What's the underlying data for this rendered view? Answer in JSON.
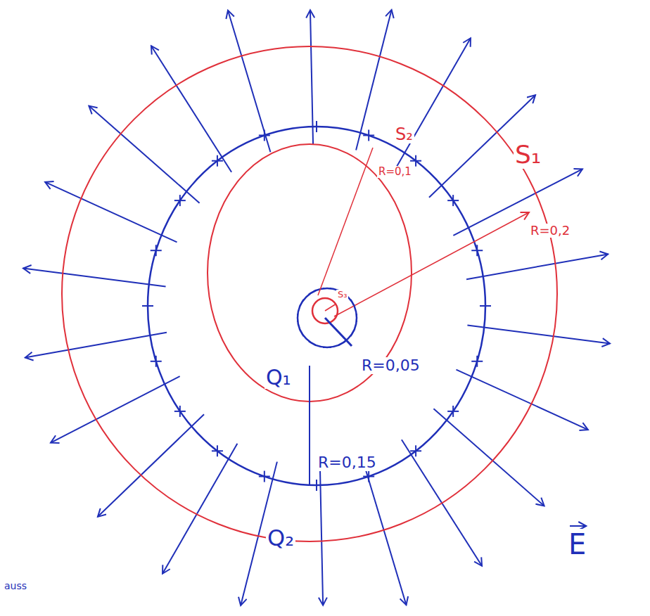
{
  "diagram": {
    "labels": [
      "S₁",
      "S₂",
      "R=0,1",
      "R=0,2",
      "S₃",
      "Q₁",
      "R=0,05",
      "R=0,15",
      "Q₂",
      "E",
      "auss"
    ]
  }
}
